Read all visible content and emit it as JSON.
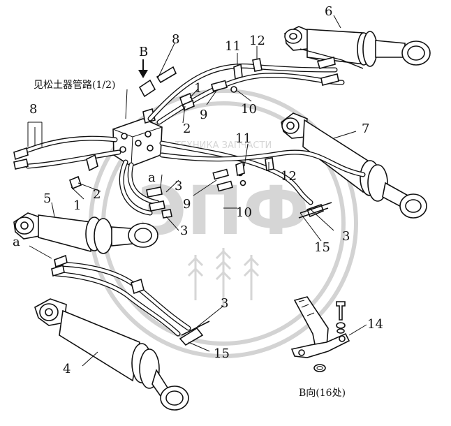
{
  "watermark": {
    "top_text": "ТЕХНИКА  ЗАПЧАСТИ",
    "logo_text": "ЭПФ"
  },
  "notes": {
    "see_loosening_circuit": "见松土器管路(1/2)",
    "view_b_title": "B向(16处)",
    "view_b_arrow": "B",
    "port_a_top": "a",
    "port_a_left": "a"
  },
  "callouts": {
    "c1_top": "1",
    "c1_bottom": "1",
    "c2_top": "2",
    "c2_bottom": "2",
    "c3_a": "3",
    "c3_b": "3",
    "c3_c": "3",
    "c3_d": "3",
    "c4": "4",
    "c5": "5",
    "c6": "6",
    "c7": "7",
    "c8_top": "8",
    "c8_left": "8",
    "c9_top": "9",
    "c9_bottom": "9",
    "c10_top": "10",
    "c10_bottom": "10",
    "c11_top": "11",
    "c11_mid": "11",
    "c12_top": "12",
    "c12_mid": "12",
    "c14": "14",
    "c15_a": "15",
    "c15_b": "15"
  }
}
